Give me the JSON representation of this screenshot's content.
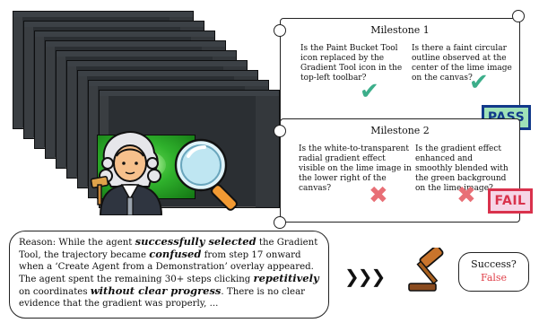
{
  "milestones": [
    {
      "title": "Milestone 1",
      "questions": [
        "Is the Paint Bucket Tool icon replaced by the Gradient Tool icon in the top-left toolbar?",
        "Is there a faint circular outline observed at the center of the lime image on the canvas?"
      ],
      "marks": [
        "check",
        "check"
      ],
      "verdict": "PASS"
    },
    {
      "title": "Milestone 2",
      "questions": [
        "Is the white-to-transparent radial gradient effect visible on the lime image in the lower right of the canvas?",
        "Is the gradient effect enhanced and smoothly blended with the green background on the lime image?"
      ],
      "marks": [
        "cross",
        "cross"
      ],
      "verdict": "FAIL"
    }
  ],
  "reason": {
    "segments": [
      {
        "t": "Reason: While the agent ",
        "em": false
      },
      {
        "t": "successfully selected",
        "em": true
      },
      {
        "t": " the Gradient Tool, the trajectory became ",
        "em": false
      },
      {
        "t": "confused",
        "em": true
      },
      {
        "t": " from step 17 onward when a ‘Create Agent from a Demonstration’ overlay appeared. The agent spent the remaining 30+ steps clicking ",
        "em": false
      },
      {
        "t": "repetitively",
        "em": true
      },
      {
        "t": " on coordinates ",
        "em": false
      },
      {
        "t": "without clear progress",
        "em": true
      },
      {
        "t": ". There is no clear evidence that the gradient was properly, ...",
        "em": false
      }
    ]
  },
  "arrows": "❯❯❯",
  "result": {
    "label": "Success?",
    "value": "False"
  },
  "colors": {
    "check": "#3cae8a",
    "cross": "#e86f76",
    "pass": "#123a8a",
    "fail": "#d9324c",
    "false_text": "#e0414a"
  },
  "icons": [
    "screenshot-stack",
    "judge-icon",
    "magnifier-icon",
    "gavel-icon",
    "check-icon",
    "cross-icon",
    "scroll-icon"
  ]
}
